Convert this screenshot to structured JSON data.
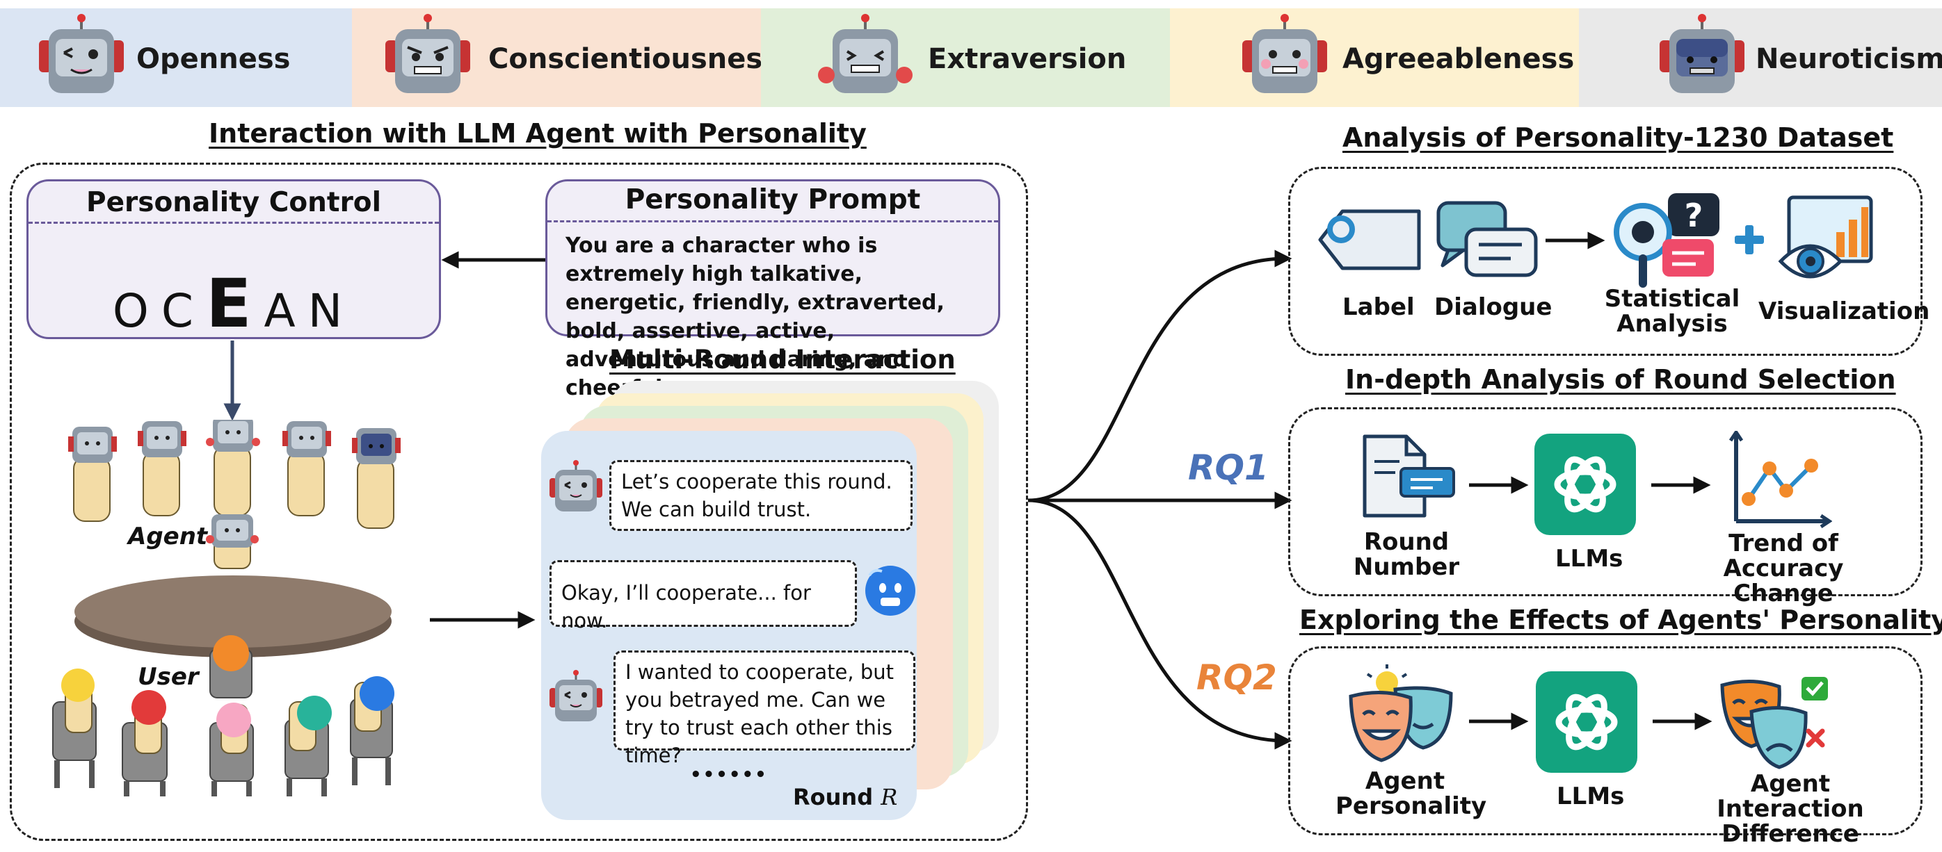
{
  "traits": [
    {
      "label": "Openness",
      "color": "#dbe5f3"
    },
    {
      "label": "Conscientiousness",
      "color": "#fae3d3"
    },
    {
      "label": "Extraversion",
      "color": "#e1efd9"
    },
    {
      "label": "Agreeableness",
      "color": "#fdf1d0"
    },
    {
      "label": "Neuroticism",
      "color": "#e9e9e9"
    }
  ],
  "left": {
    "heading": "Interaction with LLM Agent with Personality",
    "control": {
      "title": "Personality Control",
      "letters": {
        "o": "O",
        "c": "C",
        "e": "E",
        "a": "A",
        "n": "N"
      }
    },
    "prompt": {
      "title": "Personality Prompt",
      "text": "You are a character who is extremely high talkative, energetic, friendly, extraverted, bold, assertive, active, adventurous and daring, and cheerful."
    },
    "agent_label": "Agent",
    "user_label": "User",
    "multi_round": {
      "heading": "Multi-Round Interaction",
      "bubble1": "Let’s cooperate this round. We can build trust.",
      "bubble2": "Okay, I’ll cooperate... for now.",
      "bubble3": "I wanted to cooperate, but you betrayed me. Can we try to trust each other this time?",
      "ellipsis": "••••••",
      "round_word": "Round",
      "round_var": "R"
    }
  },
  "right": {
    "dataset": {
      "heading": "Analysis of Personality-1230 Dataset",
      "label": "Label",
      "dialogue": "Dialogue",
      "statistical": "Statistical Analysis",
      "visualization": "Visualization"
    },
    "round_selection": {
      "heading": "In-depth Analysis of Round Selection",
      "rq": "RQ1",
      "round_number": "Round Number",
      "llms": "LLMs",
      "trend": "Trend of Accuracy Change"
    },
    "effects": {
      "heading": "Exploring the Effects of Agents' Personality",
      "rq": "RQ2",
      "agent_personality": "Agent Personality",
      "llms": "LLMs",
      "difference": "Agent Interaction Difference"
    }
  },
  "colors": {
    "rq1": "#4a72b8",
    "rq2": "#e9843a",
    "llm": "#13a37f",
    "purple": "#6a5a9a"
  }
}
